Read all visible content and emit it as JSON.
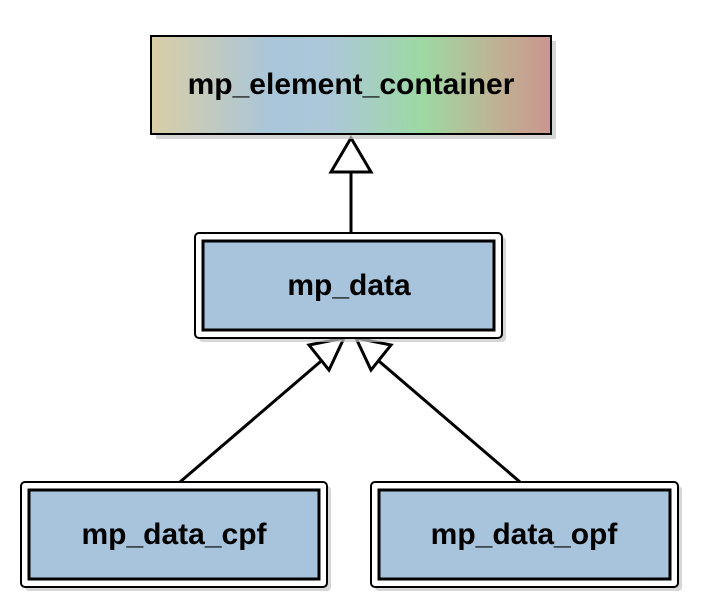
{
  "diagram": {
    "nodes": {
      "root": {
        "label": "mp_element_container"
      },
      "middle": {
        "label": "mp_data"
      },
      "left": {
        "label": "mp_data_cpf"
      },
      "right": {
        "label": "mp_data_opf"
      }
    },
    "colors": {
      "box_fill": "#a7c4dc",
      "stroke": "#000000",
      "shadow": "#bdbdbd",
      "gradient": [
        "#d8cea6",
        "#a9c6da",
        "#9bd7a2",
        "#c99a90"
      ]
    }
  }
}
